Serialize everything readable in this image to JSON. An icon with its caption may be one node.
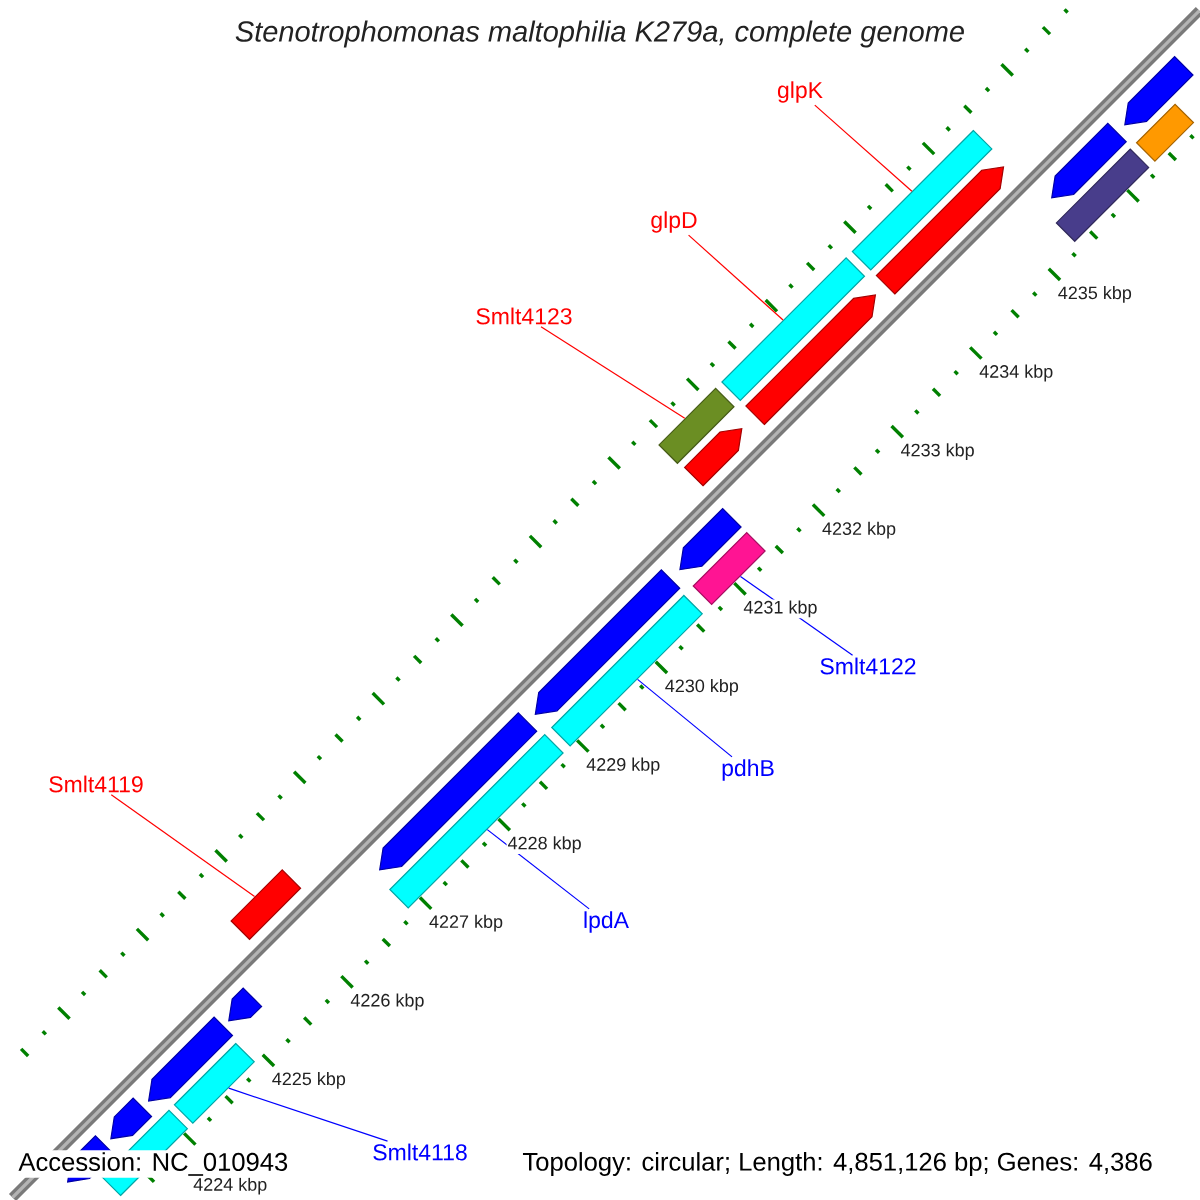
{
  "diagram": {
    "title": "Stenotrophomonas maltophilia K279a, complete genome",
    "nodes": [
      {
        "text": [
          "glpK"
        ]
      },
      {
        "text": [],
        "shape": "bar"
      },
      {
        "text": [
          "glpD"
        ]
      },
      {
        "text": [],
        "shape": "bar"
      },
      {
        "text": [
          "Smlt4123"
        ]
      },
      {
        "text": [],
        "shape": "bar"
      },
      {
        "text": [
          "Smlt4122"
        ]
      },
      {
        "text": [],
        "shape": "bar"
      },
      {
        "text": [
          "pdhB"
        ]
      },
      {
        "text": [],
        "shape": "bar"
      },
      {
        "text": [
          "Smlt4119"
        ]
      },
      {
        "text": [],
        "shape": "bar"
      },
      {
        "text": [
          "lpdA"
        ]
      },
      {
        "text": [],
        "shape": "bar"
      },
      {
        "text": [
          "Smlt4118"
        ]
      },
      {
        "text": [],
        "shape": "bar"
      }
    ],
    "edges": [
      {
        "from": 0,
        "to": 1,
        "arrow": "none",
        "color": "#ff0000"
      },
      {
        "from": 2,
        "to": 3,
        "arrow": "none",
        "color": "#ff0000"
      },
      {
        "from": 4,
        "to": 5,
        "arrow": "none",
        "color": "#ff0000"
      },
      {
        "from": 6,
        "to": 7,
        "arrow": "none",
        "color": "#0000ff"
      },
      {
        "from": 8,
        "to": 9,
        "arrow": "none",
        "color": "#0000ff"
      },
      {
        "from": 10,
        "to": 11,
        "arrow": "none",
        "color": "#ff0000"
      },
      {
        "from": 12,
        "to": 13,
        "arrow": "none",
        "color": "#0000ff"
      },
      {
        "from": 14,
        "to": 15,
        "arrow": "none",
        "color": "#0000ff"
      }
    ],
    "labels": [
      "4235 kbp",
      "4234 kbp",
      "4233 kbp",
      "4232 kbp",
      "4231 kbp",
      "4230 kbp",
      "4229 kbp",
      "4228 kbp",
      "4227 kbp",
      "4226 kbp",
      "4225 kbp",
      "4224 kbp",
      "Accession: NC_010943",
      "Topology: circular; Length: 4,851,126 bp; Genes: 4,386"
    ]
  }
}
